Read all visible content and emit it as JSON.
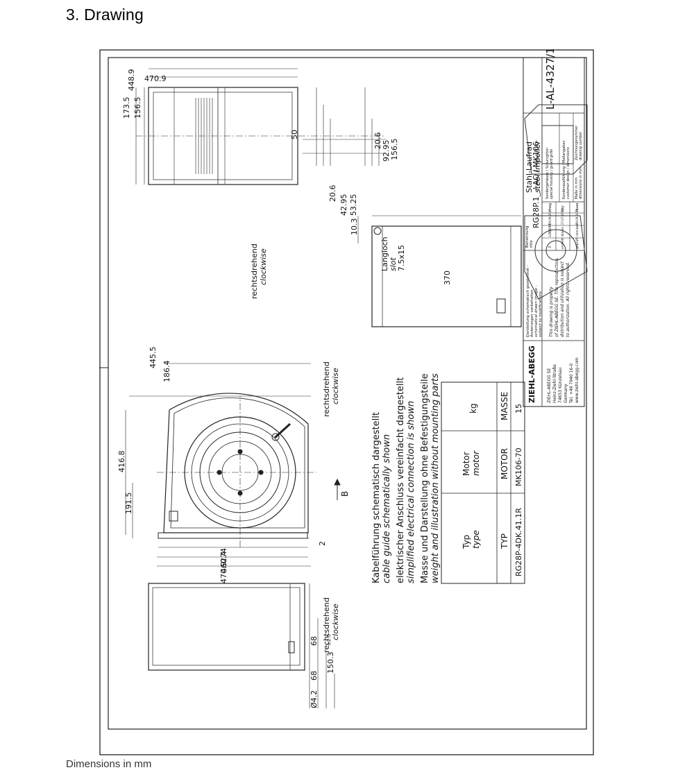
{
  "page": {
    "heading": "3. Drawing",
    "footer_note": "Dimensions in mm"
  },
  "drawing": {
    "dimensions": {
      "top_view": [
        "470.9",
        "448.9",
        "173.5",
        "156.5",
        "50",
        "20.6",
        "92.95",
        "156.5",
        "20.6",
        "42.95",
        "53.25"
      ],
      "front_view": [
        "445.5",
        "186.4",
        "416.8",
        "191.5",
        "274",
        "460.4",
        "470.9",
        "2"
      ],
      "side_view": [
        "370",
        "10.3"
      ],
      "bottom_view": [
        "68",
        "68",
        "150.3",
        "±2.5",
        "Ø4.2"
      ]
    },
    "rotation_labels": {
      "de": "rechtsdrehend",
      "en": "clockwise"
    },
    "slot_label": {
      "de": "Langloch",
      "en": "slot",
      "size": "7.5x15"
    },
    "view_marker": "B",
    "notes": [
      {
        "de": "Kabelführung schematisch dargestellt",
        "en": "cable guide schematically shown"
      },
      {
        "de": "elektrischer Anschluss vereinfacht dargestellt",
        "en": "simplified electrical connection is shown"
      },
      {
        "de": "Masse und Darstellung ohne Befestigungsteile",
        "en": "weight and illustration without mounting parts"
      }
    ],
    "table": {
      "headers_de": [
        "Typ",
        "Motor",
        ""
      ],
      "headers_en": [
        "type",
        "motor",
        "kg"
      ],
      "row_labels": [
        "TYP",
        "MOTOR",
        "MASSE"
      ],
      "row_values": [
        "RG28P-4DK.41.1R",
        "MK106-70",
        "15"
      ]
    },
    "title_block": {
      "company_logo": "ZIEHL-ABEGG",
      "company_address": [
        "ZIEHL-ABEGG SE",
        "Heinz-Ziehl-Straße",
        "74653 Künzelsau",
        "Germany",
        "Tel. +49 7940 16-0",
        "www.ziehl-abegg.com"
      ],
      "schematic_note": [
        "Darstellung schematisch gezeichnet -",
        "Änderungen vorbehalten",
        "schematical drawn image -",
        "subject to modifications"
      ],
      "copyright_note": [
        "This drawing is property",
        "of ZIEHL-ABEGG SE. The reproduction,",
        "distribution and utilization is subject",
        "to authorization. All rights reserved."
      ],
      "designation_label_de": "Benennung",
      "designation_label_en": "title",
      "designation": "RG28P.1_ / AC / MK106",
      "material_de": "Stahl-Laufrad",
      "material_en": "steel impeller",
      "drawing_number": "L-AL-4327/1",
      "revisions": [
        {
          "index": "3",
          "change": "L06644",
          "date": "29.09.2015",
          "name": "cnag"
        },
        {
          "index": "erstellt",
          "change": "drawn",
          "date": "27.07.2012",
          "name": "kay"
        },
        {
          "index": "geprüft",
          "change": "checked",
          "date": "29.09.2015",
          "name": "huaa"
        }
      ],
      "info_cells": [
        "Sondergehäuse / Schurzgitter",
        "special housing / guard grille",
        "Kundenausführung / Maßangaben",
        "customer design / dimensions",
        "Zeichnungsnummer",
        "drawing number",
        "Maße in mm",
        "dimensions in mm"
      ]
    }
  }
}
